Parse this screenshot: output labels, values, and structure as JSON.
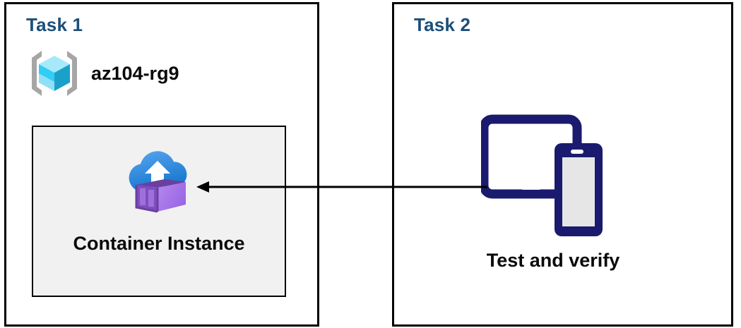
{
  "diagram": {
    "background": "#ffffff",
    "panel_border_color": "#000000",
    "title_color": "#1c4e79",
    "label_color": "#0a0a0a",
    "arrow_color": "#000000"
  },
  "panels": [
    {
      "id": "task1",
      "title": "Task 1",
      "resource_group": {
        "icon": "resource-group-icon",
        "label": "az104-rg9"
      },
      "node": {
        "icon": "container-instance-icon",
        "label": "Container Instance",
        "fill": "#f1f1f1"
      }
    },
    {
      "id": "task2",
      "title": "Task 2",
      "node": {
        "icon": "devices-tablet-phone-icon",
        "label": "Test and verify",
        "color": "#1a1a6e"
      }
    }
  ],
  "connector": {
    "name": "arrow-task2-to-container-instance",
    "direction": "right-to-left",
    "color": "#000000"
  },
  "icon_colors": {
    "rg_bracket": "#a6a6a6",
    "cube_light": "#a6e9fb",
    "cube_mid": "#32cdf4",
    "cube_dark": "#1ba1c9",
    "cloud_light": "#4f9ce8",
    "cloud_dark": "#1577ce",
    "container_face": "#a978ea",
    "container_edge": "#6b3fa0",
    "device_navy": "#1a1a6e",
    "device_screen": "#e6e6e6"
  }
}
